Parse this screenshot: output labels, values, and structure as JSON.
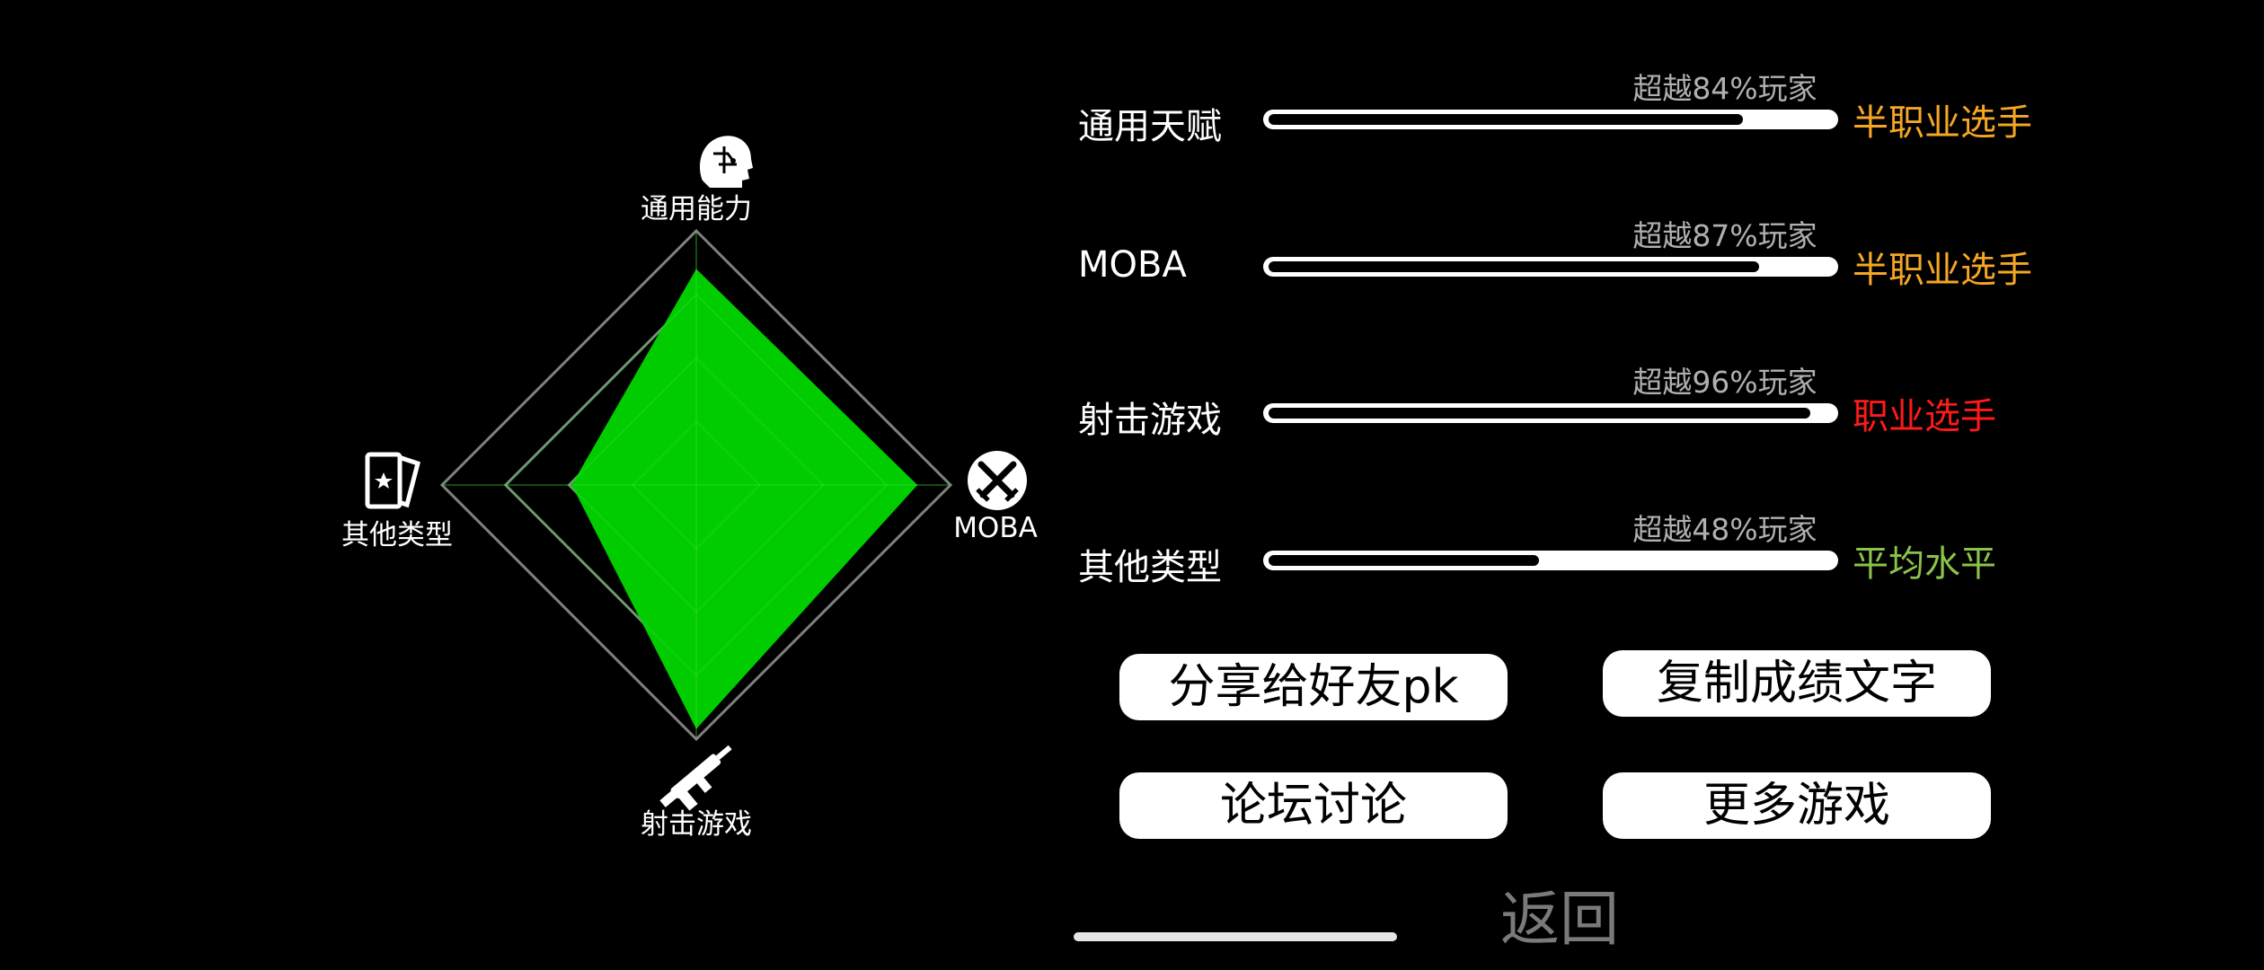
{
  "radar": {
    "axes": [
      {
        "key": "top",
        "label": "通用能力",
        "icon": "head-icon",
        "value": 0.85
      },
      {
        "key": "right",
        "label": "MOBA",
        "icon": "moba-swords-icon",
        "value": 0.87
      },
      {
        "key": "bottom",
        "label": "射击游戏",
        "icon": "gun-icon",
        "value": 0.96
      },
      {
        "key": "left",
        "label": "其他类型",
        "icon": "cards-icon",
        "value": 0.49
      }
    ],
    "rings": 4,
    "fill_color": "#00cc00",
    "grid_color": "#808080"
  },
  "stats": [
    {
      "name": "通用天赋",
      "percent_text": "超越84%玩家",
      "value": 0.84,
      "rank": "半职业选手",
      "rank_color": "#f5a623"
    },
    {
      "name": "MOBA",
      "percent_text": "超越87%玩家",
      "value": 0.87,
      "rank": "半职业选手",
      "rank_color": "#f5a623"
    },
    {
      "name": "射击游戏",
      "percent_text": "超越96%玩家",
      "value": 0.96,
      "rank": "职业选手",
      "rank_color": "#ff1a1a"
    },
    {
      "name": "其他类型",
      "percent_text": "超越48%玩家",
      "value": 0.48,
      "rank": "平均水平",
      "rank_color": "#8bc34a"
    }
  ],
  "buttons": {
    "share": "分享给好友pk",
    "copy": "复制成绩文字",
    "forum": "论坛讨论",
    "more": "更多游戏",
    "back": "返回"
  }
}
